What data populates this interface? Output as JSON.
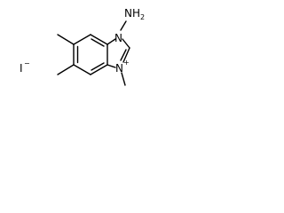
{
  "molecule": {
    "atom_labels": {
      "amine_n": "N",
      "amine_h": "H",
      "amine_h_count": "2",
      "imid_n1": "N",
      "imid_n3": "N",
      "n3_charge": "+"
    },
    "counter_ion": {
      "symbol": "I",
      "charge": "−"
    },
    "bond_color": "#000000",
    "background": "#ffffff"
  }
}
